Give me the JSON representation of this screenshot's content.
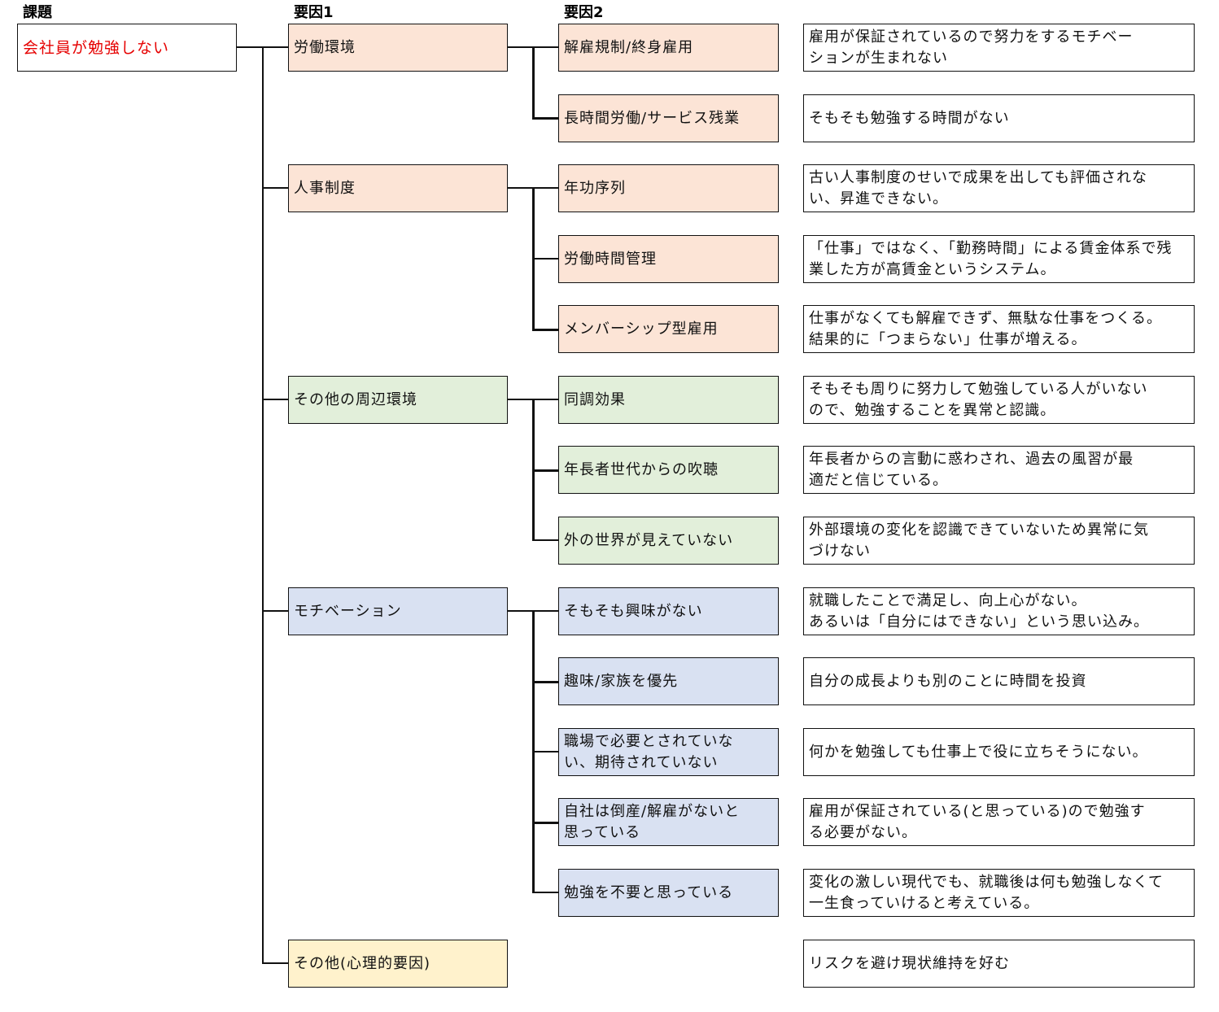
{
  "headers": {
    "issue": "課題",
    "factor1": "要因1",
    "factor2": "要因2"
  },
  "issue": {
    "label": "会社員が勉強しない",
    "color": "#e60000"
  },
  "colors": {
    "labor": "#fce4d6",
    "environment": "#e2efda",
    "motivation": "#d9e1f2",
    "other": "#fff2cc"
  },
  "factors": [
    {
      "label": "労働環境",
      "children": [
        {
          "label": "解雇規制/終身雇用",
          "desc": "雇用が保証されているので努力をするモチベー\nションが生まれない"
        },
        {
          "label": "長時間労働/サービス残業",
          "desc": "そもそも勉強する時間がない"
        }
      ]
    },
    {
      "label": "人事制度",
      "children": [
        {
          "label": "年功序列",
          "desc": "古い人事制度のせいで成果を出しても評価されな\nい、昇進できない。"
        },
        {
          "label": "労働時間管理",
          "desc": "「仕事」ではなく、「勤務時間」による賃金体系で残\n業した方が高賃金というシステム。"
        },
        {
          "label": "メンバーシップ型雇用",
          "desc": "仕事がなくても解雇できず、無駄な仕事をつくる。\n結果的に「つまらない」仕事が増える。"
        }
      ]
    },
    {
      "label": "その他の周辺環境",
      "children": [
        {
          "label": "同調効果",
          "desc": "そもそも周りに努力して勉強している人がいない\nので、勉強することを異常と認識。"
        },
        {
          "label": "年長者世代からの吹聴",
          "desc": "年長者からの言動に惑わされ、過去の風習が最\n適だと信じている。"
        },
        {
          "label": "外の世界が見えていない",
          "desc": "外部環境の変化を認識できていないため異常に気\nづけない"
        }
      ]
    },
    {
      "label": "モチベーション",
      "children": [
        {
          "label": "そもそも興味がない",
          "desc": "就職したことで満足し、向上心がない。\nあるいは「自分にはできない」という思い込み。"
        },
        {
          "label": "趣味/家族を優先",
          "desc": "自分の成長よりも別のことに時間を投資"
        },
        {
          "label": "職場で必要とされていな\nい、期待されていない",
          "desc": "何かを勉強しても仕事上で役に立ちそうにない。"
        },
        {
          "label": "自社は倒産/解雇がないと\n思っている",
          "desc": "雇用が保証されている(と思っている)ので勉強す\nる必要がない。"
        },
        {
          "label": "勉強を不要と思っている",
          "desc": "変化の激しい現代でも、就職後は何も勉強しなくて\n一生食っていけると考えている。"
        }
      ]
    },
    {
      "label": "その他(心理的要因)",
      "children": [],
      "desc": "リスクを避け現状維持を好む"
    }
  ]
}
